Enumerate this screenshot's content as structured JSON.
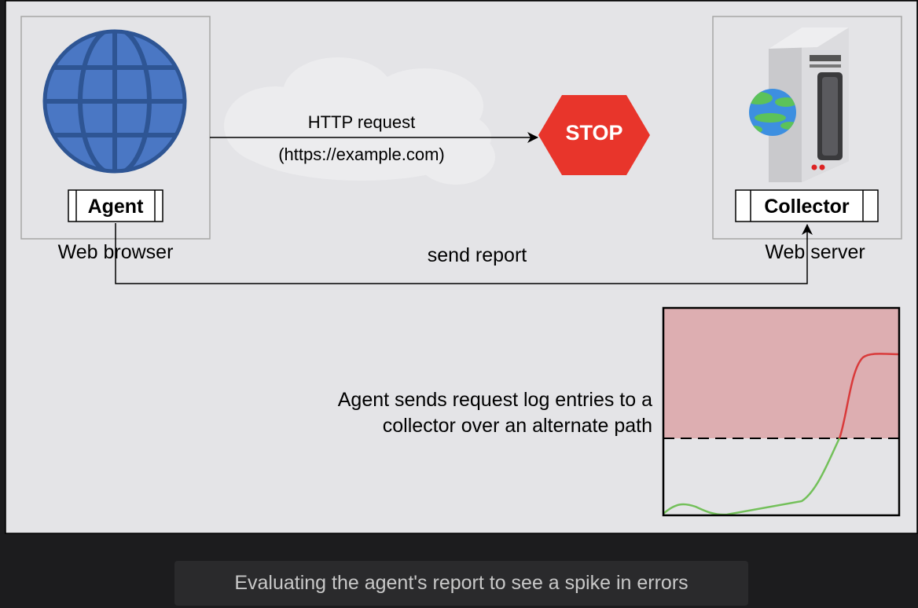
{
  "diagram": {
    "browser": {
      "agent_label": "Agent",
      "caption": "Web browser"
    },
    "server": {
      "collector_label": "Collector",
      "caption": "Web server"
    },
    "request": {
      "label": "HTTP request",
      "url": "(https://example.com)"
    },
    "stop_sign": {
      "label": "STOP",
      "color": "#e8352b"
    },
    "report_path": {
      "label": "send report"
    },
    "description": {
      "line1": "Agent sends request log entries to a",
      "line2": "collector over an alternate path"
    },
    "error_chart": {
      "threshold_zone_color": "#ddaeb1",
      "below_line_color": "#73c05a",
      "above_line_color": "#d93a3a"
    }
  },
  "caption": {
    "text": "Evaluating the agent's report to see a spike in errors"
  }
}
